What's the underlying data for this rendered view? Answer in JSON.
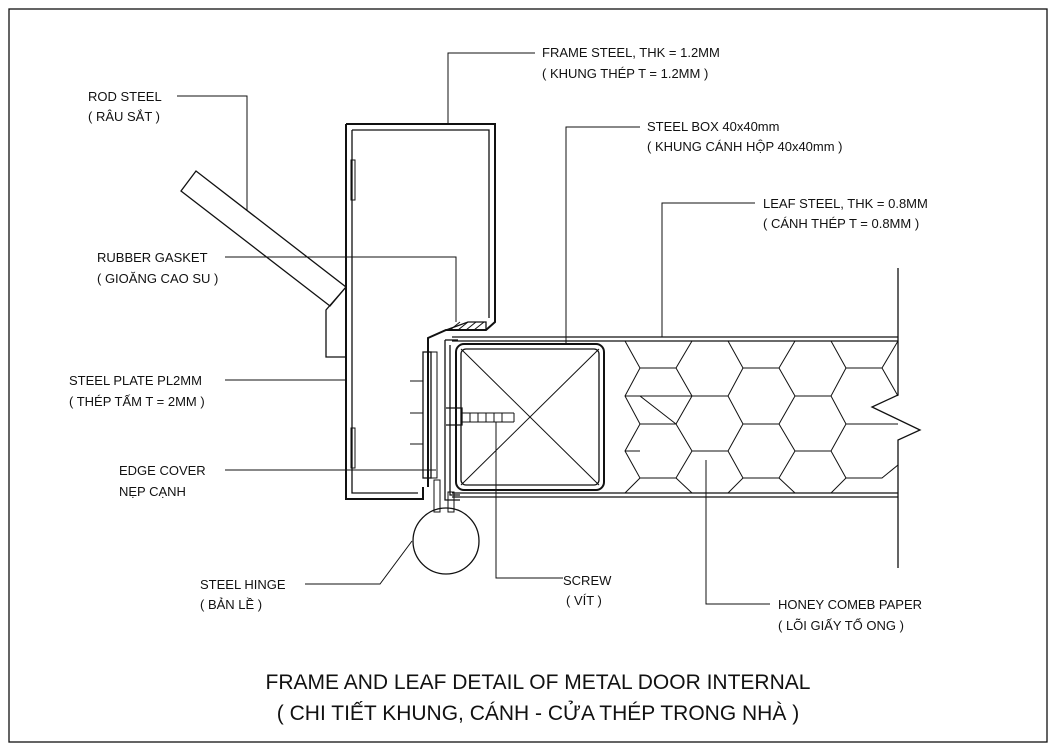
{
  "labels": {
    "frame_steel_en": "FRAME STEEL, THK = 1.2MM",
    "frame_steel_vi": "( KHUNG THÉP T = 1.2MM )",
    "rod_steel_en": "ROD STEEL",
    "rod_steel_vi": "( RÂU SẮT )",
    "steel_box_en": "STEEL BOX 40x40mm",
    "steel_box_vi": "( KHUNG CÁNH HỘP 40x40mm )",
    "leaf_steel_en": "LEAF STEEL, THK = 0.8MM",
    "leaf_steel_vi": "( CÁNH THÉP T = 0.8MM )",
    "rubber_gasket_en": "RUBBER GASKET",
    "rubber_gasket_vi": "( GIOĂNG CAO SU )",
    "steel_plate_en": "STEEL PLATE PL2MM",
    "steel_plate_vi": "( THÉP TẤM T = 2MM )",
    "edge_cover_en": "EDGE COVER",
    "edge_cover_vi": "NẸP CẠNH",
    "steel_hinge_en": "STEEL HINGE",
    "steel_hinge_vi": "( BẢN LỀ )",
    "screw_en": "SCREW",
    "screw_vi": "( VÍT )",
    "honey_paper_en": "HONEY COMEB PAPER",
    "honey_paper_vi": "( LÕI GIẤY TỔ ONG )"
  },
  "title": {
    "line1": "FRAME AND LEAF DETAIL OF METAL DOOR INTERNAL",
    "line2": "( CHI TIẾT KHUNG, CÁNH - CỬA THÉP TRONG NHÀ )"
  }
}
